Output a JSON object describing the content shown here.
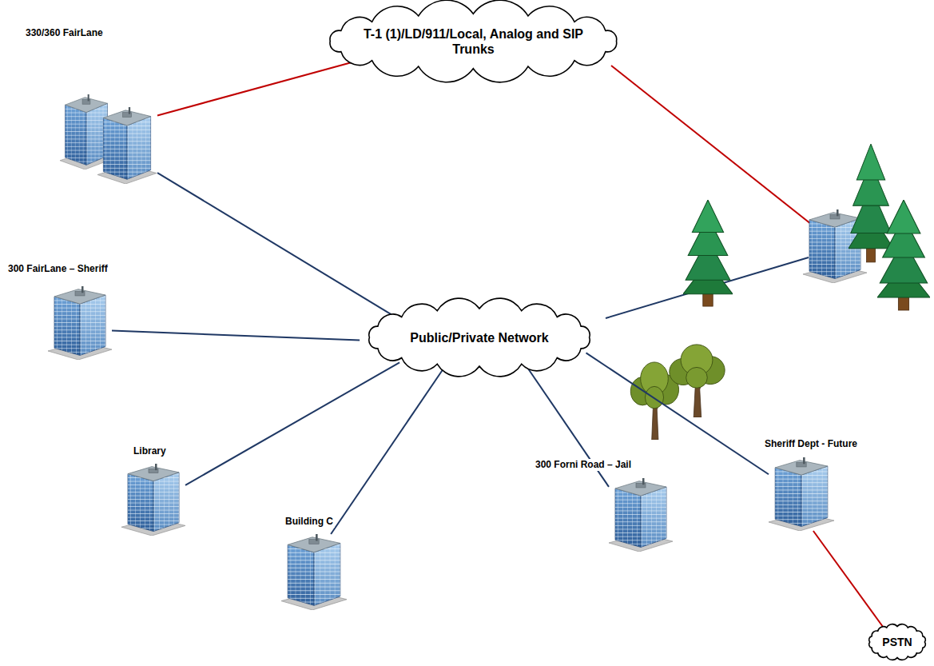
{
  "diagram": {
    "nodes": [
      {
        "text": [
          "330/360 FairLane"
        ]
      },
      {
        "text": [
          "T-1 (1)/LD/911/Local, Analog and SIP Trunks"
        ]
      },
      {
        "text": [
          "300 FairLane – Sheriff"
        ]
      },
      {
        "text": [
          "Public/Private Network"
        ]
      },
      {
        "text": [
          "Library"
        ]
      },
      {
        "text": [
          "300 Forni Road – Jail"
        ]
      },
      {
        "text": [
          "Sheriff Dept - Future"
        ]
      },
      {
        "text": [
          "Building C"
        ]
      },
      {
        "text": [
          "PSTN"
        ]
      }
    ],
    "edges": [
      {
        "from": 0,
        "to": 1,
        "arrow": "none"
      },
      {
        "from": 0,
        "to": 3,
        "arrow": "none"
      },
      {
        "from": 2,
        "to": 3,
        "arrow": "none"
      },
      {
        "from": 4,
        "to": 3,
        "arrow": "none"
      },
      {
        "from": 7,
        "to": 3,
        "arrow": "none"
      },
      {
        "from": 5,
        "to": 3,
        "arrow": "none"
      },
      {
        "from": 6,
        "to": 3,
        "arrow": "none"
      },
      {
        "from": 6,
        "to": 8,
        "arrow": "none"
      }
    ]
  }
}
